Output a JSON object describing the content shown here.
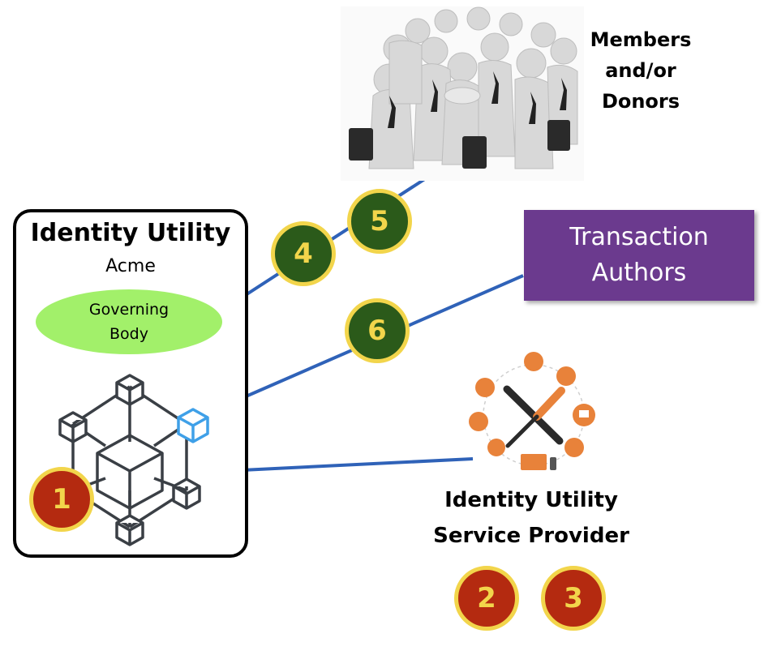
{
  "identity_utility": {
    "title": "Identity Utility",
    "org": "Acme",
    "governing_body": "Governing Body"
  },
  "members": {
    "line1": "Members",
    "line2": "and/or",
    "line3": "Donors"
  },
  "transaction_authors": {
    "line1": "Transaction",
    "line2": "Authors"
  },
  "service_provider": {
    "line1": "Identity Utility",
    "line2": "Service Provider"
  },
  "badges": {
    "b1": "1",
    "b2": "2",
    "b3": "3",
    "b4": "4",
    "b5": "5",
    "b6": "6"
  },
  "colors": {
    "badge_green": "#2b5a1a",
    "badge_red": "#b42a10",
    "badge_ring": "#f2d54b",
    "arrow": "#2f62b8",
    "governing_body": "#a2f06a",
    "transaction_box": "#6b3a8e",
    "cube_accent": "#3fa0e8"
  }
}
